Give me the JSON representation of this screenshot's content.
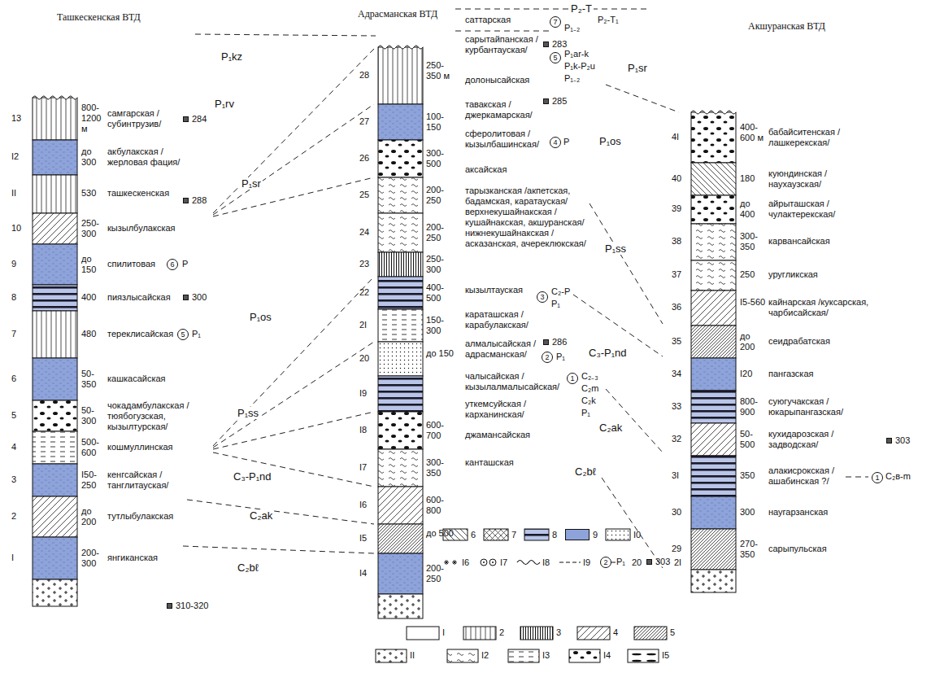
{
  "diagram": {
    "nodes": [
      {
        "text": [
          "Ташкескенская ВТД"
        ]
      },
      {
        "text": [
          "Адрасманская ВТД"
        ]
      },
      {
        "text": [
          "Акшуранская ВТД"
        ]
      }
    ],
    "labels": [
      "13",
      "800-1200 м",
      "самгарская /субинтрузив/",
      "284",
      "I2",
      "до 300",
      "акбулакская /жерловая фация/",
      "II",
      "530",
      "ташкескенская",
      "288",
      "10",
      "250-300",
      "кызылбулакская",
      "9",
      "до 150",
      "спилитовая",
      "6",
      "P",
      "8",
      "400",
      "пиязлысайская",
      "300",
      "7",
      "480",
      "тереклисайская",
      "5",
      "P₁",
      "6",
      "50-350",
      "кашкасайская",
      "5",
      "50-300",
      "чокадамбулакская /тюябогузская, кызылтурская/",
      "4",
      "500-600",
      "кошмуллинская",
      "3",
      "I50-250",
      "кенгсайская /танглитауская/",
      "2",
      "до 200",
      "тутлыбулакская",
      "I",
      "200-300",
      "янгиканская",
      "310-320",
      "P₁kz",
      "P₁rv",
      "P₁sr",
      "P₁os",
      "P₁ss",
      "C₃-P₁nd",
      "C₂ak",
      "C₂bℓ",
      "28",
      "250-350 м",
      "27",
      "100-150",
      "26",
      "300-500",
      "25",
      "200-250",
      "24",
      "200-250",
      "23",
      "250-300",
      "22",
      "400-500",
      "2I",
      "150-300",
      "20",
      "до 150",
      "I9",
      "I8",
      "600-700",
      "I7",
      "300-350",
      "I6",
      "600-800",
      "I5",
      "до 500",
      "I4",
      "200-250",
      "P₂-T",
      "саттарская",
      "7",
      "P₁₋₂",
      "P₂-T₁",
      "сарытайпанская /курбантауская/",
      "283",
      "5",
      "P₁ar-k",
      "P₁k-P₂u",
      "P₁₋₂",
      "P₁sr",
      "долонысайская",
      "тавакская /джеркамарская/",
      "285",
      "сферолитовая /кызылбашинская/",
      "4",
      "P",
      "P₁os",
      "аксайская",
      "тарызканская /акпетская, бадамская, каратауская/ верхнекушайнакская /кушайнакская, акшуранская/ нижнекушайнакская /асказанская, ачереклюкская/",
      "P₁ss",
      "кызылтауская",
      "3",
      "C₂-P",
      "P₁",
      "караташская /карабулакская/",
      "алмалысайская /адрасманская/",
      "286",
      "2",
      "P₁",
      "C₃-P₁nd",
      "чалысайская /кызылалмалысайская/",
      "1",
      "C₂₋₃",
      "C₂m",
      "C₂k",
      "P₁",
      "уткемсуйская /карханинская/",
      "джамансайская",
      "C₂ak",
      "канташская",
      "C₂bℓ",
      "4I",
      "400-600 м",
      "бабайситенская /лашкерекская/",
      "40",
      "180",
      "куюндинская /наухаузская/",
      "39",
      "до 400",
      "айрыташская /чулактерекская/",
      "38",
      "300-350",
      "карвансайская",
      "37",
      "250",
      "уругликская",
      "36",
      "I5-560",
      "кайнарская /куксарская, чарбисайская/",
      "35",
      "до 200",
      "сеидрабатская",
      "34",
      "I20",
      "пангазская",
      "33",
      "800-900",
      "суюгучакская /юкарыпангазская/",
      "32",
      "50-500",
      "кухидарозская /задводская/",
      "303",
      "3I",
      "350",
      "алакисрокская /ашабинская ?/",
      "1",
      "C₂в-m",
      "30",
      "300",
      "наугарзанская",
      "29",
      "270-350",
      "сарыпульская",
      "2",
      "P₁",
      "303"
    ],
    "legend": [
      {
        "text": "I"
      },
      {
        "text": "2"
      },
      {
        "text": "3"
      },
      {
        "text": "4"
      },
      {
        "text": "5"
      },
      {
        "text": "II"
      },
      {
        "text": "I2"
      },
      {
        "text": "I3"
      },
      {
        "text": "I4"
      },
      {
        "text": "I5"
      },
      {
        "text": "6"
      },
      {
        "text": "7"
      },
      {
        "text": "8"
      },
      {
        "text": "9",
        "color": "#8ea3d9"
      },
      {
        "text": "I0"
      },
      {
        "text": "I6"
      },
      {
        "text": "I7"
      },
      {
        "text": "I8"
      },
      {
        "text": "I9"
      },
      {
        "text": "20"
      },
      {
        "text": "2I"
      }
    ]
  }
}
